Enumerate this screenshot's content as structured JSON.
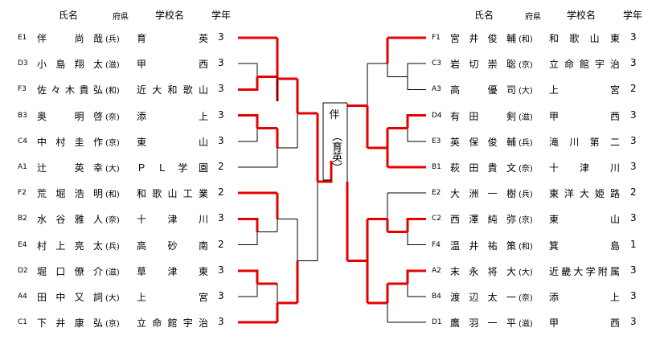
{
  "headers": {
    "name": "氏名",
    "pref": "府県",
    "school": "学校名",
    "grade": "学年"
  },
  "winner": {
    "name": "伴",
    "school": "（育英）"
  },
  "left": [
    {
      "seed": "E1",
      "name": "伴　尚哉",
      "pref": "(兵)",
      "school": "育英",
      "grade": "3"
    },
    {
      "seed": "D3",
      "name": "小島翔太",
      "pref": "(滋)",
      "school": "甲西",
      "grade": "3"
    },
    {
      "seed": "F3",
      "name": "佐々木貴弘",
      "pref": "(和)",
      "school": "近大和歌山",
      "grade": "3"
    },
    {
      "seed": "B3",
      "name": "奥　明啓",
      "pref": "(奈)",
      "school": "添上",
      "grade": "3"
    },
    {
      "seed": "C4",
      "name": "中村圭作",
      "pref": "(京)",
      "school": "東山",
      "grade": "3"
    },
    {
      "seed": "A1",
      "name": "辻　英幸",
      "pref": "(大)",
      "school": "ＰＬ学園",
      "grade": "2"
    },
    {
      "seed": "F2",
      "name": "荒堀浩明",
      "pref": "(和)",
      "school": "和歌山工業",
      "grade": "2"
    },
    {
      "seed": "B2",
      "name": "水谷雅人",
      "pref": "(奈)",
      "school": "十津川",
      "grade": "3"
    },
    {
      "seed": "E4",
      "name": "村上亮太",
      "pref": "(兵)",
      "school": "高砂南",
      "grade": "2"
    },
    {
      "seed": "D2",
      "name": "堀口僚介",
      "pref": "(滋)",
      "school": "草津東",
      "grade": "3"
    },
    {
      "seed": "A4",
      "name": "田中又詞",
      "pref": "(大)",
      "school": "上宮",
      "grade": "3"
    },
    {
      "seed": "C1",
      "name": "下井康弘",
      "pref": "(京)",
      "school": "立命館宇治",
      "grade": "3"
    }
  ],
  "right": [
    {
      "seed": "F1",
      "name": "宮井俊輔",
      "pref": "(和)",
      "school": "和歌山東",
      "grade": "3"
    },
    {
      "seed": "C3",
      "name": "岩切崇聡",
      "pref": "(京)",
      "school": "立命館宇治",
      "grade": "3"
    },
    {
      "seed": "A3",
      "name": "高　優司",
      "pref": "(大)",
      "school": "上宮",
      "grade": "2"
    },
    {
      "seed": "D4",
      "name": "有田　剣",
      "pref": "(滋)",
      "school": "甲西",
      "grade": "3"
    },
    {
      "seed": "E3",
      "name": "英保俊輔",
      "pref": "(兵)",
      "school": "滝川第二",
      "grade": "3"
    },
    {
      "seed": "B1",
      "name": "萩田貴文",
      "pref": "(奈)",
      "school": "十津川",
      "grade": "3"
    },
    {
      "seed": "E2",
      "name": "大洲一樹",
      "pref": "(兵)",
      "school": "東洋大姫路",
      "grade": "2"
    },
    {
      "seed": "C2",
      "name": "西澤純弥",
      "pref": "(京)",
      "school": "東山",
      "grade": "3"
    },
    {
      "seed": "F4",
      "name": "温井祐策",
      "pref": "(和)",
      "school": "箕島",
      "grade": "1"
    },
    {
      "seed": "A2",
      "name": "末永将大",
      "pref": "(大)",
      "school": "近畿大学附属",
      "grade": "3"
    },
    {
      "seed": "B4",
      "name": "渡辺太一",
      "pref": "(奈)",
      "school": "添上",
      "grade": "3"
    },
    {
      "seed": "D1",
      "name": "鷹羽一平",
      "pref": "(滋)",
      "school": "甲西",
      "grade": "3"
    }
  ],
  "colors": {
    "win_line": "#e60000",
    "line": "#000000"
  }
}
